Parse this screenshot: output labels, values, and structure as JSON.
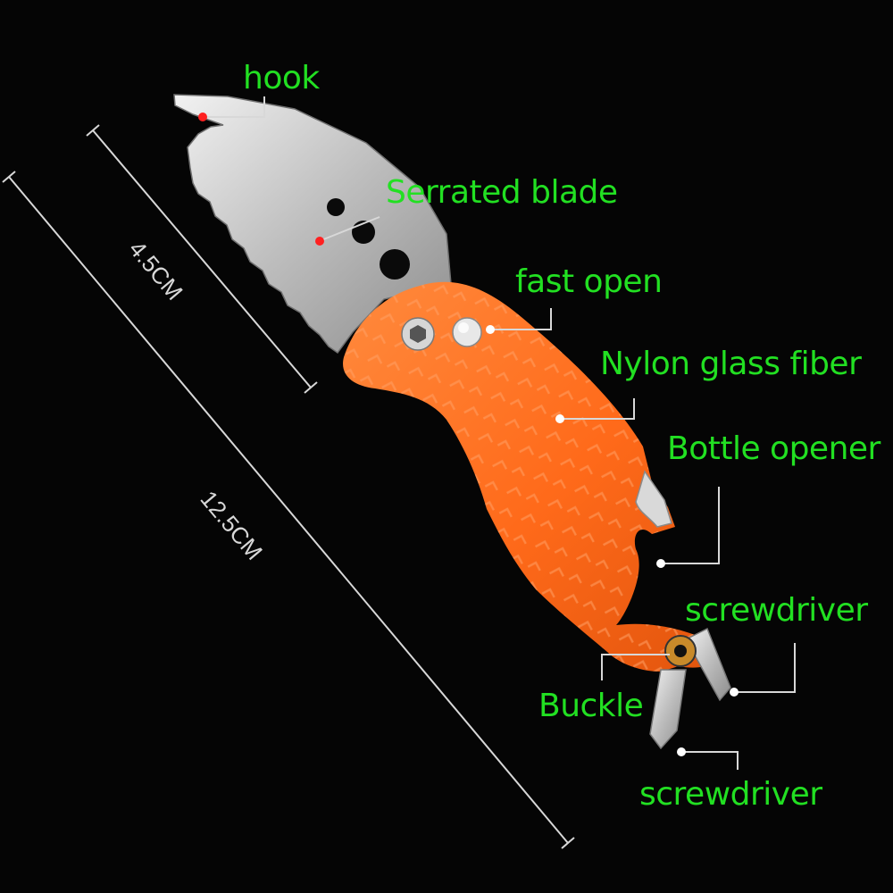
{
  "colors": {
    "background": "#050505",
    "label_text": "#22e022",
    "dimension_text": "#d8d8d8",
    "handle_orange": "#ff6a1a",
    "marker_red": "#ff2020",
    "marker_white": "#ffffff"
  },
  "labels": {
    "hook": "hook",
    "serrated_blade": "Serrated blade",
    "fast_open": "fast open",
    "nylon_glass_fiber": "Nylon glass fiber",
    "bottle_opener": "Bottle opener",
    "screwdriver_top": "screwdriver",
    "buckle": "Buckle",
    "screwdriver_bottom": "screwdriver"
  },
  "dimensions": {
    "blade_length": "4.5CM",
    "total_length": "12.5CM"
  }
}
